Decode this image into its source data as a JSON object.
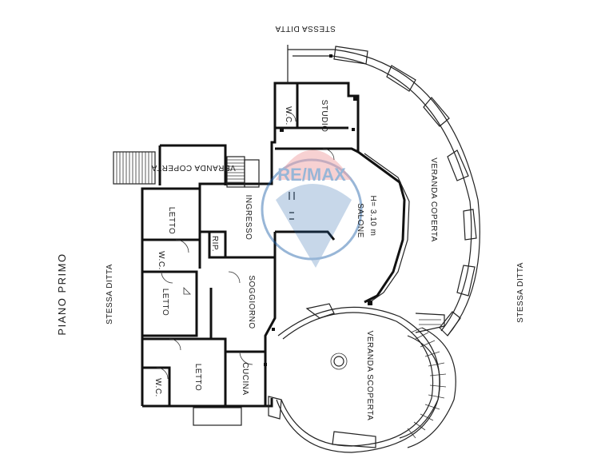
{
  "floor_label": "PIANO PRIMO",
  "neighbors": {
    "top": "STESSA DITTA",
    "left": "STESSA DITTA",
    "right": "STESSA DITTA"
  },
  "rooms": {
    "veranda_coperta_left": "VERANDA COPERTA",
    "veranda_coperta_right": "VERANDA COPERTA",
    "wc_top": "W.C.",
    "studio": "STUDIO",
    "letto_1": "LETTO",
    "ingresso": "INGRESSO",
    "rip": "RIP.",
    "wc_mid": "W.C.",
    "letto_2": "LETTO",
    "soggiorno": "SOGGIORNO",
    "salone": "SALONE",
    "salone_height": "H= 3.10 m",
    "letto_3": "LETTO",
    "wc_bottom": "W.C.",
    "cucina": "CUCINA",
    "veranda_scoperta": "VERANDA SCOPERTA"
  },
  "watermark": "RE/MAX",
  "colors": {
    "watermark_red": "#e0343c",
    "watermark_blue": "#1c5fa8",
    "line": "#111111"
  }
}
